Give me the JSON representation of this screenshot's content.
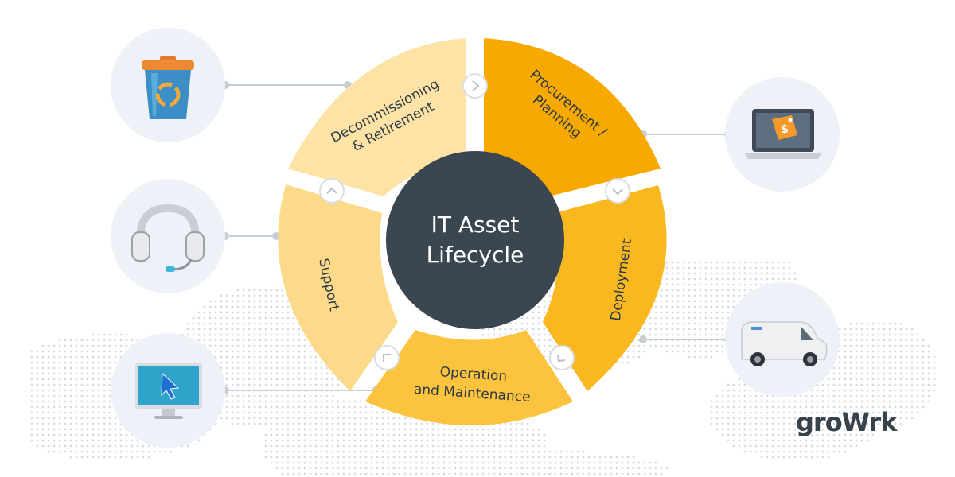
{
  "center": {
    "line1": "IT Asset",
    "line2": "Lifecycle"
  },
  "brand": {
    "text": "groWrk"
  },
  "colors": {
    "center": "#3a4650",
    "decommissioning": "#fde3a6",
    "procurement": "#f8a900",
    "deployment": "#f9b81f",
    "operation": "#fcc33f",
    "support": "#fdd98a",
    "icon_circle": "#eef1f7",
    "connector": "#c6ced6",
    "dots": "#d6dbe1"
  },
  "stages": [
    {
      "id": "decommissioning",
      "lines": [
        "Decommissioning",
        "& Retirement"
      ],
      "icon": "recycle-bin-icon"
    },
    {
      "id": "procurement",
      "lines": [
        "Procurement /",
        "Planning"
      ],
      "icon": "laptop-price-tag-icon"
    },
    {
      "id": "deployment",
      "lines": [
        "Deployment"
      ],
      "icon": "delivery-van-icon"
    },
    {
      "id": "operation",
      "lines": [
        "Operation",
        "and Maintenance"
      ],
      "icon": "monitor-cursor-icon"
    },
    {
      "id": "support",
      "lines": [
        "Support"
      ],
      "icon": "headset-icon"
    }
  ]
}
